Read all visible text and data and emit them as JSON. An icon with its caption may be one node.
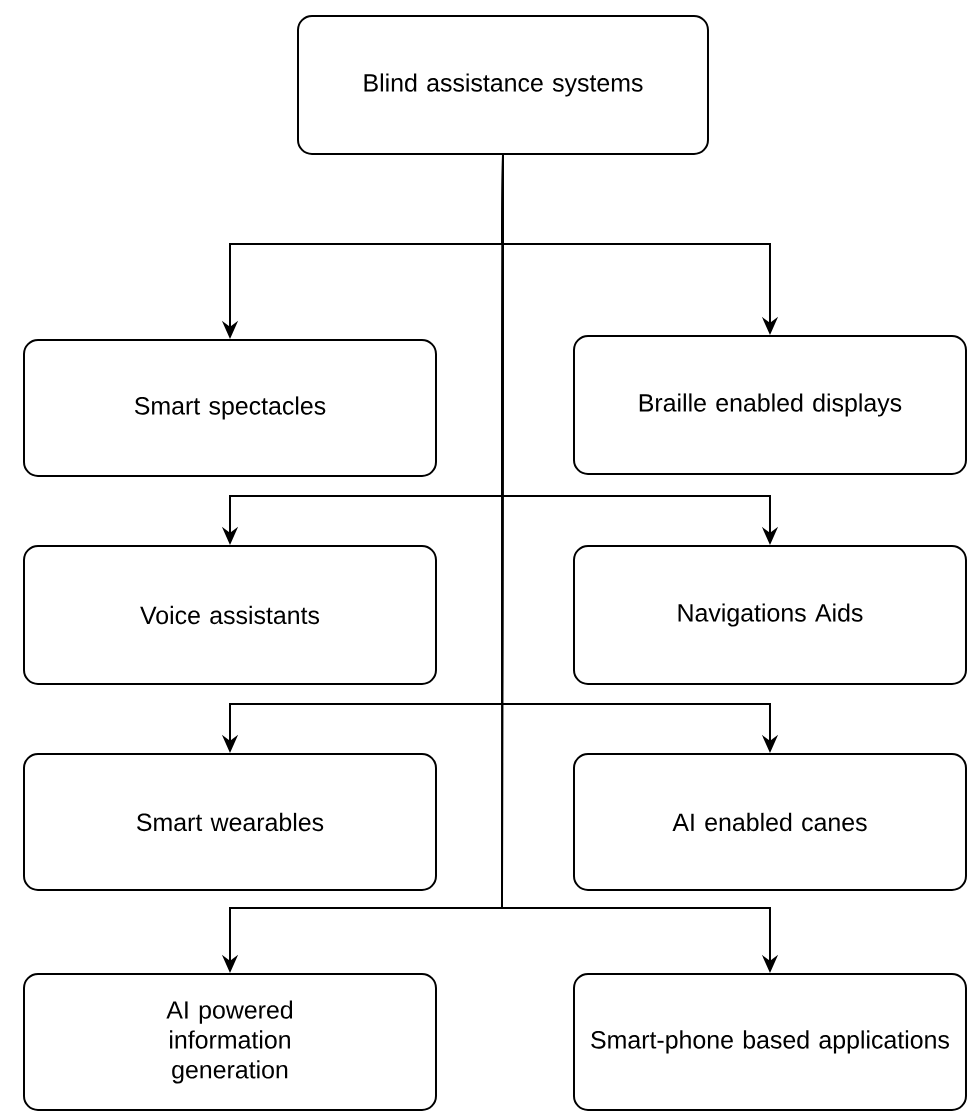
{
  "diagram": {
    "nodes": [
      {
        "text": [
          "Blind assistance systems"
        ]
      },
      {
        "text": [
          "Smart spectacles"
        ]
      },
      {
        "text": [
          "Braille enabled displays"
        ]
      },
      {
        "text": [
          "Voice assistants"
        ]
      },
      {
        "text": [
          "Navigations Aids"
        ]
      },
      {
        "text": [
          "Smart wearables"
        ]
      },
      {
        "text": [
          "AI enabled canes"
        ]
      },
      {
        "text": [
          "AI powered information generation"
        ]
      },
      {
        "text": [
          "Smart-phone based applications"
        ]
      }
    ],
    "edges": [
      {
        "from": 0,
        "to": 1,
        "arrow": "to"
      },
      {
        "from": 0,
        "to": 2,
        "arrow": "to"
      },
      {
        "from": 0,
        "to": 3,
        "arrow": "to"
      },
      {
        "from": 0,
        "to": 4,
        "arrow": "to"
      },
      {
        "from": 0,
        "to": 5,
        "arrow": "to"
      },
      {
        "from": 0,
        "to": 6,
        "arrow": "to"
      },
      {
        "from": 0,
        "to": 7,
        "arrow": "to"
      },
      {
        "from": 0,
        "to": 8,
        "arrow": "to"
      }
    ]
  }
}
